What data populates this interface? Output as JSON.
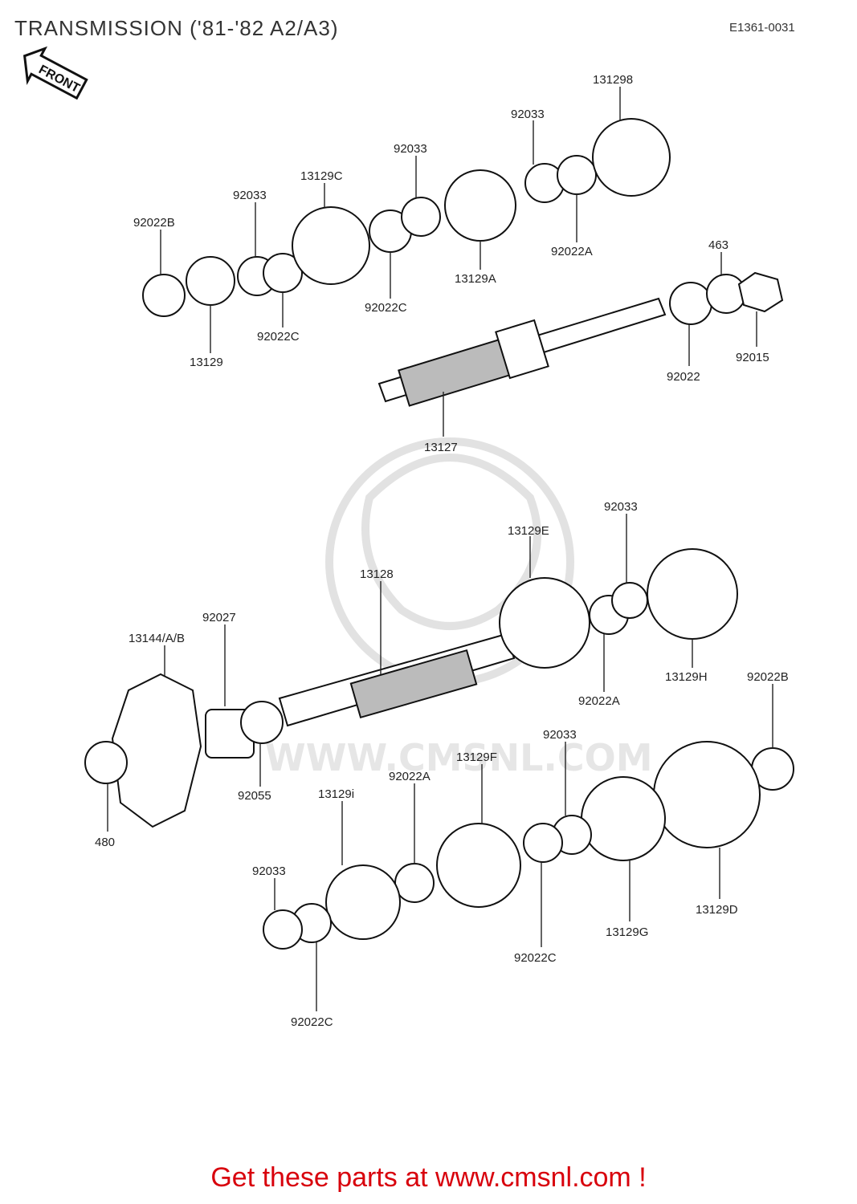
{
  "header": {
    "title": "TRANSMISSION ('81-'82 A2/A3)",
    "diagram_code": "E1361-0031",
    "front_badge": "FRONT"
  },
  "watermark": {
    "text": "WWW.CMSNL.COM"
  },
  "part_labels": [
    "131298",
    "92033",
    "92033",
    "13129C",
    "92033",
    "92022B",
    "92022A",
    "13129A",
    "92022C",
    "92022C",
    "13129",
    "463",
    "92015",
    "92022",
    "13127",
    "92033",
    "13129E",
    "13128",
    "92027",
    "13144/A/B",
    "13129H",
    "92022A",
    "92022B",
    "92055",
    "92033",
    "13129F",
    "92022A",
    "480",
    "13129i",
    "92033",
    "13129G",
    "13129D",
    "92022C",
    "92022C"
  ],
  "footer": {
    "cta": "Get these parts at www.cmsnl.com !",
    "cta_color": "#d8000c"
  }
}
